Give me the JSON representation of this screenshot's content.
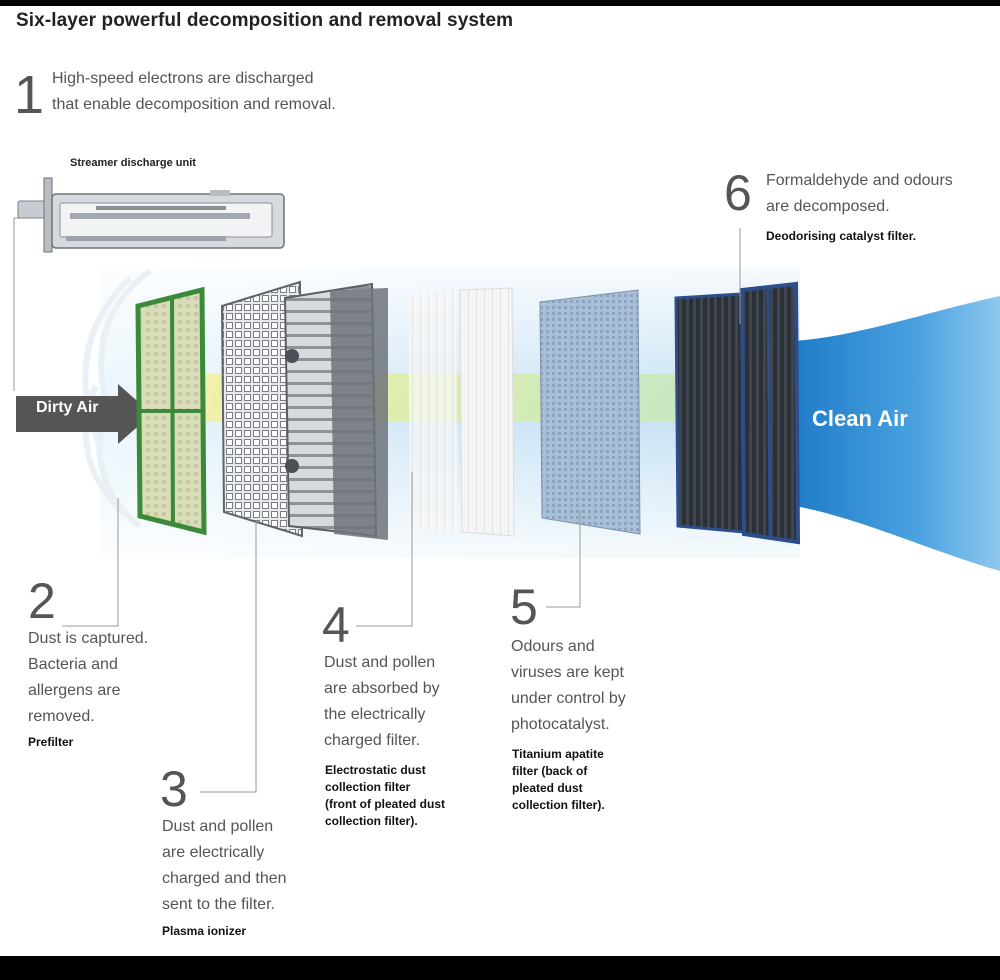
{
  "title": "Six-layer powerful decomposition and removal system",
  "labels": {
    "dirty_air": "Dirty Air",
    "clean_air": "Clean Air",
    "streamer_unit": "Streamer discharge unit"
  },
  "steps": [
    {
      "number": "1",
      "lines": [
        "High-speed electrons are discharged",
        "that enable decomposition and removal."
      ],
      "component_lines": []
    },
    {
      "number": "2",
      "lines": [
        "Dust is captured.",
        "Bacteria and",
        "allergens are",
        "removed."
      ],
      "component_lines": [
        "Prefilter"
      ]
    },
    {
      "number": "3",
      "lines": [
        "Dust and pollen",
        "are electrically",
        "charged and then",
        "sent to the filter."
      ],
      "component_lines": [
        "Plasma ionizer"
      ]
    },
    {
      "number": "4",
      "lines": [
        "Dust and pollen",
        "are absorbed by",
        "the electrically",
        "charged filter."
      ],
      "component_lines": [
        "Electrostatic dust",
        "collection filter",
        "(front of pleated dust",
        "collection filter)."
      ]
    },
    {
      "number": "5",
      "lines": [
        "Odours and",
        "viruses are kept",
        "under control by",
        "photocatalyst."
      ],
      "component_lines": [
        "Titanium apatite",
        "filter (back of",
        "pleated dust",
        "collection filter)."
      ]
    },
    {
      "number": "6",
      "lines": [
        "Formaldehyde and odours",
        "are decomposed."
      ],
      "component_lines": [
        "Deodorising catalyst filter."
      ]
    }
  ],
  "colors": {
    "airflow": "#cfe6f6",
    "clean_air": "#2a88cf",
    "dirty_arrow": "#555555",
    "prefilter_frame": "#3a8a3a",
    "deodoriser_frame": "#2c4f8c",
    "leader_line": "#999999"
  }
}
